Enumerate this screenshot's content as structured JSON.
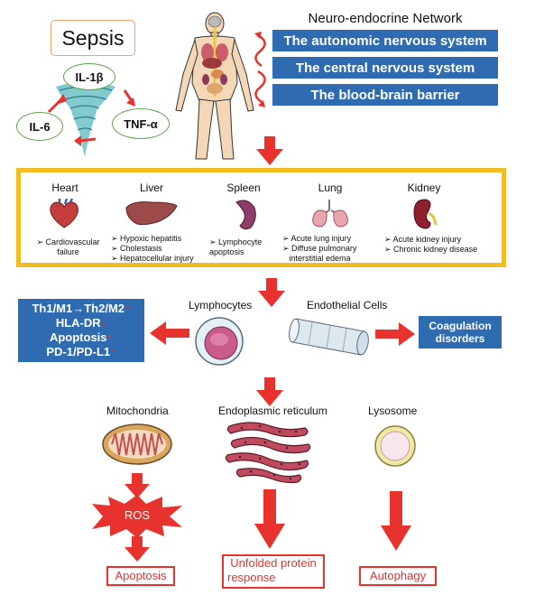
{
  "sepsis": {
    "title": "Sepsis",
    "cytokines": [
      "IL-1β",
      "IL-6",
      "TNF-α"
    ]
  },
  "network": {
    "title": "Neuro-endocrine Network",
    "items": [
      "The autonomic nervous system",
      "The central nervous system",
      "The blood-brain barrier"
    ]
  },
  "organs": [
    {
      "name": "Heart",
      "effects": [
        "Cardiovascular",
        "failure"
      ]
    },
    {
      "name": "Liver",
      "effects": [
        "Hypoxic hepatitis",
        "Cholestasis",
        "Hepatocellular injury"
      ]
    },
    {
      "name": "Spleen",
      "effects": [
        "Lymphocyte",
        "apoptosis"
      ]
    },
    {
      "name": "Lung",
      "effects": [
        "Acute lung injury",
        "Diffuse pulmonary",
        "interstitial edema"
      ]
    },
    {
      "name": "Kidney",
      "effects": [
        "Acute kidney injury",
        "Chronic kidney disease"
      ]
    }
  ],
  "cells": {
    "lymphocytes": "Lymphocytes",
    "endothelial": "Endothelial Cells",
    "immune_changes": [
      "Th1/M1→Th2/M2",
      "HLA-DR",
      "Apoptosis",
      "PD-1/PD-L1"
    ],
    "coagulation": [
      "Coagulation",
      "disorders"
    ]
  },
  "organelles": {
    "mitochondria": "Mitochondria",
    "er": "Endoplasmic reticulum",
    "lysosome": "Lysosome",
    "ros": "ROS"
  },
  "outcomes": {
    "apoptosis": "Apoptosis",
    "upr": [
      "Unfolded protein",
      "response"
    ],
    "autophagy": "Autophagy"
  },
  "colors": {
    "blue": "#2e6bb0",
    "red": "#e8322e",
    "gold": "#f2bd23",
    "green": "#5aa648"
  }
}
